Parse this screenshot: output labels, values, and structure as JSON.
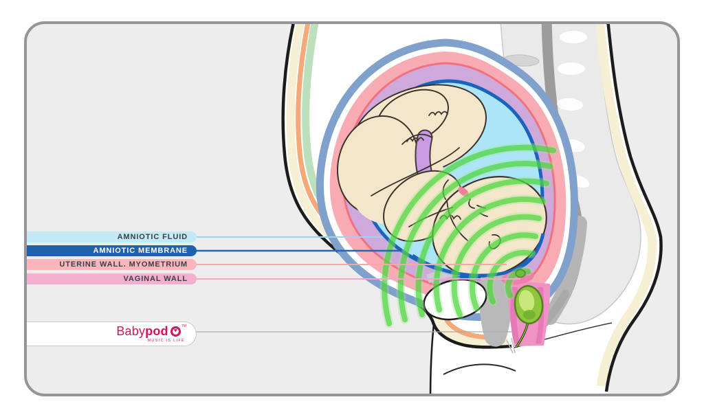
{
  "frame": {
    "background": "#ededed",
    "border": "#94949a",
    "page_background": "#ffffff"
  },
  "labels": {
    "items": [
      {
        "label": "AMNIOTIC FLUID",
        "bg": "#c3e8f6",
        "fg": "#3a3f49",
        "line_color": "#9fd2ea"
      },
      {
        "label": "AMNIOTIC MEMBRANE",
        "bg": "#2061ae",
        "fg": "#ffffff",
        "line_color": "#2466b0"
      },
      {
        "label": "UTERINE WALL. MYOMETRIUM",
        "bg": "#f9b6bb",
        "fg": "#3a3f49",
        "line_color": "#f5a9a4"
      },
      {
        "label": "VAGINAL WALL",
        "bg": "#f3aed0",
        "fg": "#3a3f49",
        "line_color": "#eda8cc"
      }
    ]
  },
  "logo": {
    "brand_light": "Baby",
    "brand_bold": "pod",
    "tm": "TM",
    "tagline": "MUSIC IS LIFE",
    "color": "#d4145a",
    "heart_glyph": "♥"
  },
  "palette": {
    "amniotic_fluid": "#ade5f8",
    "amniotic_membrane": "#1b63bb",
    "uterine_serosa": "#7fa1cb",
    "uterine_wall_myometrium": "#f9abb3",
    "myometrium_inner_edge": "#f2717f",
    "placenta_decidua": "#cfa9dc",
    "vaginal_wall": "#ef93c5",
    "fetus_skin": "#f4e6ca",
    "umbilical_cord": "#c99be0",
    "sound_waves_green": "#3fd32f",
    "device_green": "#8ec63f",
    "skin_cream": "#f6efd3",
    "muscle_orange": "#f5a878",
    "fascia_green": "#bce0bb",
    "bone_gray": "#b9b9b9",
    "spine_band_gray": "#eaeaea",
    "spinal_canal_gray": "#9c9c9c",
    "outline_black": "#1c1c1c"
  }
}
